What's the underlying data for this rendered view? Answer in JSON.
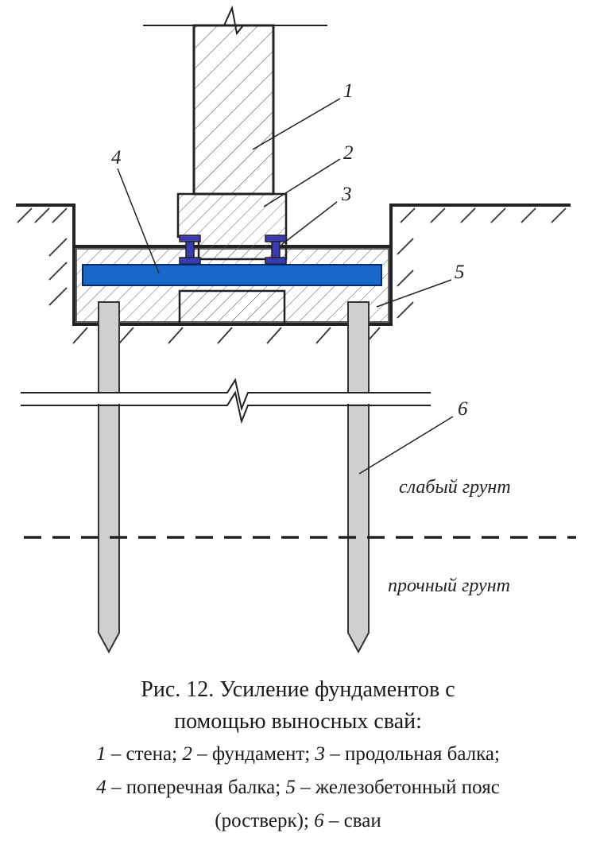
{
  "callouts": {
    "wall": "1",
    "foundation": "2",
    "longitudinal_beam": "3",
    "transverse_beam": "4",
    "belt": "5",
    "piles": "6"
  },
  "soil": {
    "weak": "слабый грунт",
    "strong": "прочный грунт"
  },
  "colors": {
    "transverse_beam_fill": "#1768c8",
    "longitudinal_beam_fill": "#3a3ab5",
    "pile_fill": "#cfcfcf",
    "line": "#222222"
  },
  "caption": {
    "title_line1": "Рис. 12. Усиление фундаментов с",
    "title_line2": "помощью выносных свай:",
    "legend": [
      {
        "num": "1",
        "text": " – стена; "
      },
      {
        "num": "2",
        "text": " – фундамент; "
      },
      {
        "num": "3",
        "text": " – продольная балка;"
      },
      {
        "num": "4",
        "text": " – поперечная балка; "
      },
      {
        "num": "5",
        "text": " – железобетонный пояс"
      },
      {
        "num": "",
        "text": "(ростверк); "
      },
      {
        "num": "6",
        "text": " – сваи"
      }
    ]
  }
}
